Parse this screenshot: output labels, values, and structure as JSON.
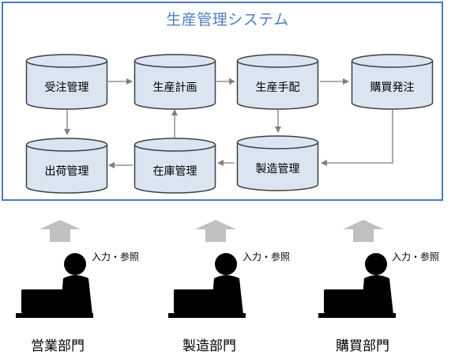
{
  "system": {
    "title": "生産管理システム"
  },
  "modules": {
    "order": "受注管理",
    "plan": "生産計画",
    "arrange": "生産手配",
    "purchase": "購買発注",
    "shipping": "出荷管理",
    "inventory": "在庫管理",
    "manufacturing": "製造管理"
  },
  "departments": {
    "sales": "営業部門",
    "production": "製造部門",
    "purchasing": "購買部門"
  },
  "io_label": "入力・参照",
  "colors": {
    "frame": "#4a7bbf",
    "title": "#4f81bd",
    "cylinder_fill": "#dbe5f1",
    "cylinder_stroke": "#404040",
    "connector": "#7f7f7f",
    "up_arrow": "#c0c0c0",
    "person": "#000000"
  }
}
